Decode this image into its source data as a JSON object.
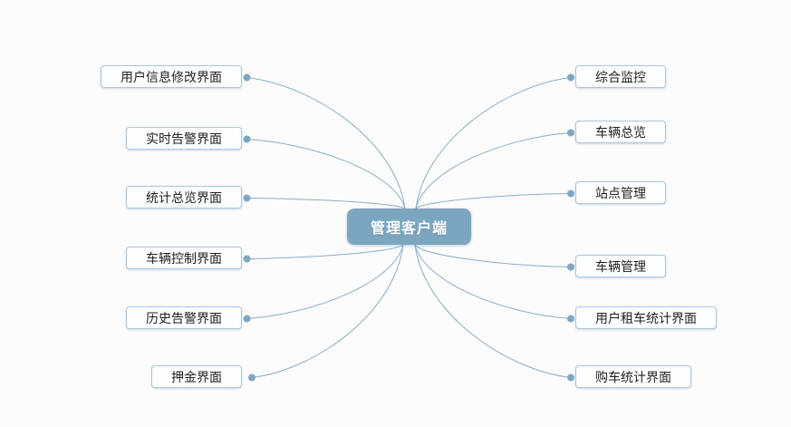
{
  "diagram": {
    "center": {
      "label": "管理客户端"
    },
    "left_nodes": [
      {
        "label": "用户信息修改界面"
      },
      {
        "label": "实时告警界面"
      },
      {
        "label": "统计总览界面"
      },
      {
        "label": "车辆控制界面"
      },
      {
        "label": "历史告警界面"
      },
      {
        "label": "押金界面"
      }
    ],
    "right_nodes": [
      {
        "label": "综合监控"
      },
      {
        "label": "车辆总览"
      },
      {
        "label": "站点管理"
      },
      {
        "label": "车辆管理"
      },
      {
        "label": "用户租车统计界面"
      },
      {
        "label": "购车统计界面"
      }
    ],
    "colors": {
      "background": "#fcfcfc",
      "center_fill": "#7ca6c0",
      "center_text": "#ffffff",
      "connector_line": "#8aaec8",
      "connector_dot": "#7fa7c2",
      "node_fill": "#fdfeff",
      "node_border": "#a9c7dd",
      "node_text": "#1f1f1f"
    }
  }
}
